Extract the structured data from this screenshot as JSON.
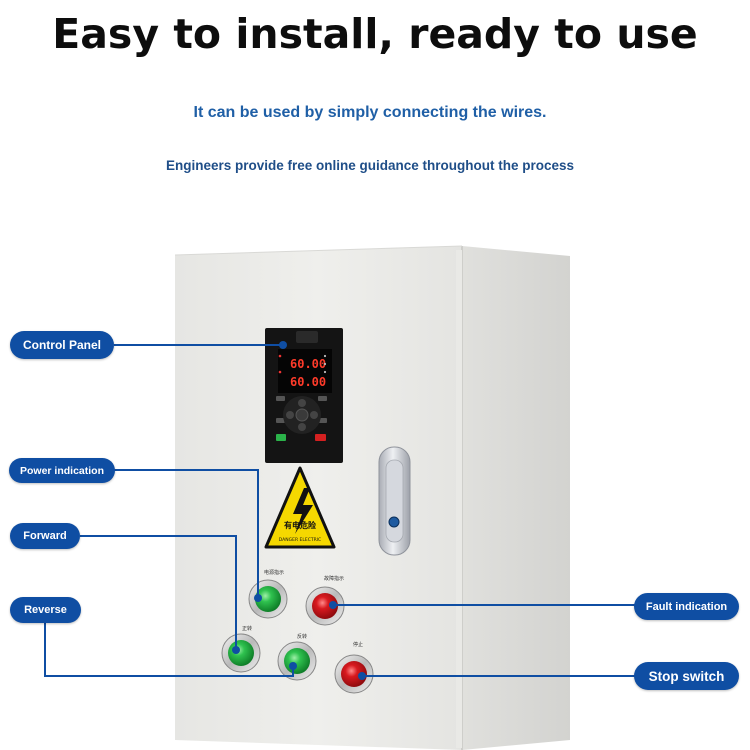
{
  "headline": "Easy to install, ready to use",
  "subtitle_1": "It can be used by simply connecting the wires.",
  "subtitle_2": "Engineers provide free online guidance throughout the process",
  "callouts": {
    "control_panel": "Control Panel",
    "power_indication": "Power indication",
    "forward": "Forward",
    "reverse": "Reverse",
    "fault_indication": "Fault indication",
    "stop_switch": "Stop switch"
  },
  "display": {
    "line1": "60.00",
    "line2": "60.00"
  },
  "warning_sign": {
    "cn_text": "有电危险",
    "en_text": "DANGER ELECTRIC"
  },
  "button_labels": {
    "power": "电源指示",
    "fault": "故障指示",
    "forward": "正转",
    "reverse": "反转",
    "stop": "停止"
  },
  "colors": {
    "callout_blue": "#0f4ea3",
    "subtitle_blue": "#1f5fa6",
    "cabinet": "#ebebe8",
    "green_lamp": "#1fae3c",
    "red_lamp": "#c8141a"
  }
}
